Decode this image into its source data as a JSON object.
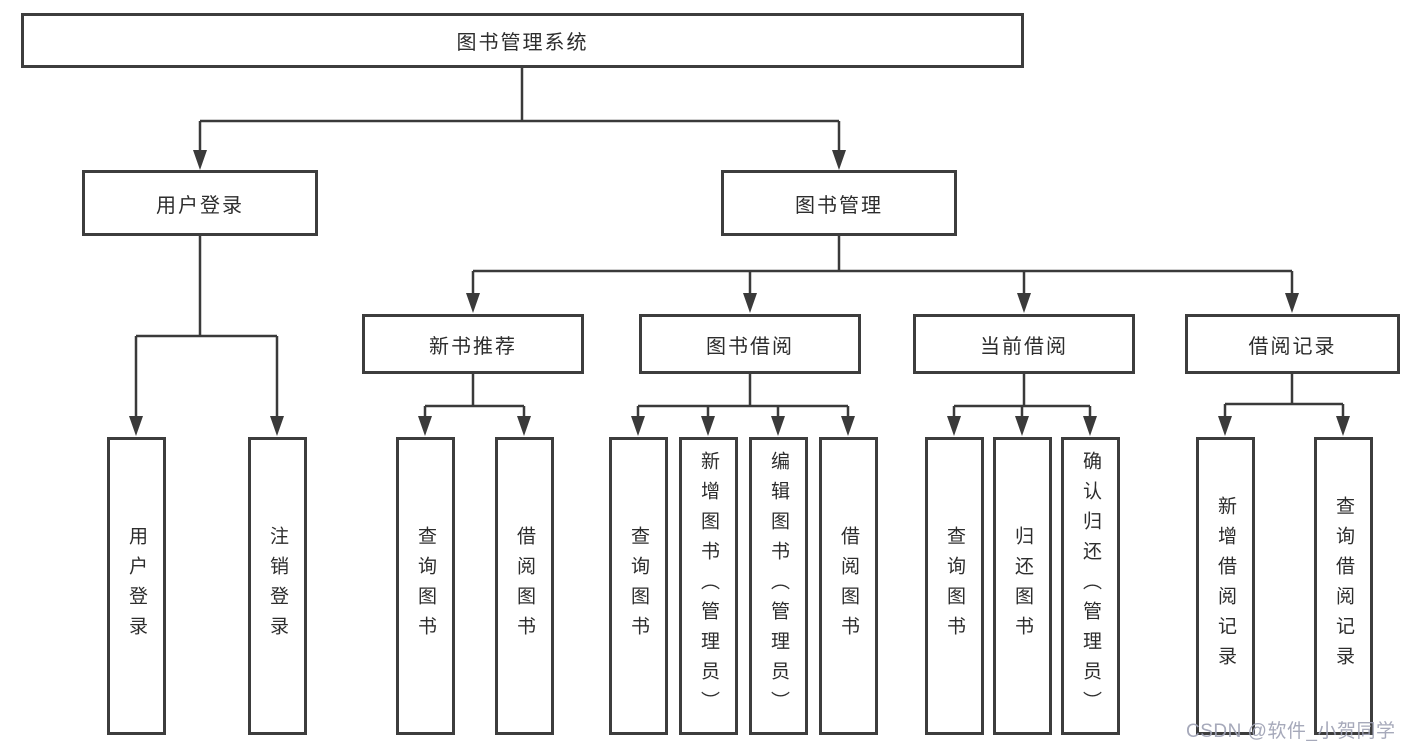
{
  "tree": {
    "label": "图书管理系统",
    "children": [
      {
        "label": "用户登录",
        "children": [
          {
            "label": "用户登录"
          },
          {
            "label": "注销登录"
          }
        ]
      },
      {
        "label": "图书管理",
        "children": [
          {
            "label": "新书推荐",
            "children": [
              {
                "label": "查询图书"
              },
              {
                "label": "借阅图书"
              }
            ]
          },
          {
            "label": "图书借阅",
            "children": [
              {
                "label": "查询图书"
              },
              {
                "label": "新增图书（管理员）"
              },
              {
                "label": "编辑图书（管理员）"
              },
              {
                "label": "借阅图书"
              }
            ]
          },
          {
            "label": "当前借阅",
            "children": [
              {
                "label": "查询图书"
              },
              {
                "label": "归还图书"
              },
              {
                "label": "确认归还（管理员）"
              }
            ]
          },
          {
            "label": "借阅记录",
            "children": [
              {
                "label": "新增借阅记录"
              },
              {
                "label": "查询借阅记录"
              }
            ]
          }
        ]
      }
    ]
  },
  "watermark": {
    "text": "CSDN @软件_小贺同学"
  },
  "colors": {
    "line": "#3a3a3a",
    "box_border": "#3d3d3d",
    "text": "#2d2d2d",
    "watermark": "#9ea2b4",
    "background": "#ffffff"
  }
}
